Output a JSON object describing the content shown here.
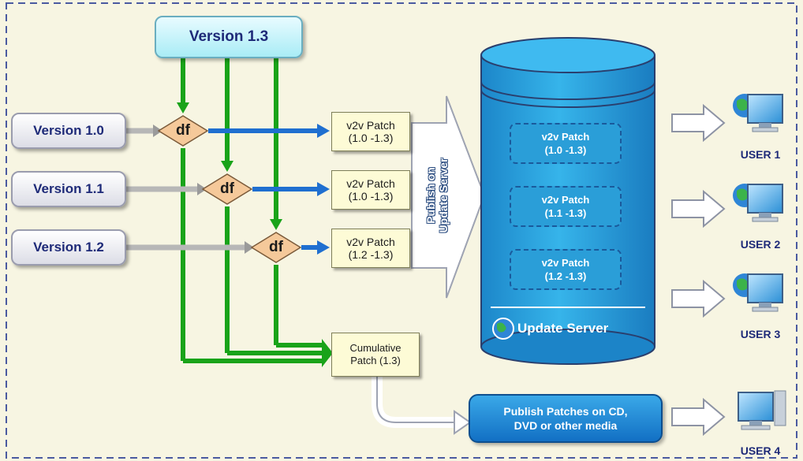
{
  "versions": {
    "target": "Version 1.3",
    "sources": [
      "Version 1.0",
      "Version 1.1",
      "Version 1.2"
    ]
  },
  "diff_label": "df",
  "patches": [
    {
      "title": "v2v Patch",
      "range": "(1.0 -1.3)"
    },
    {
      "title": "v2v Patch",
      "range": "(1.0 -1.3)"
    },
    {
      "title": "v2v Patch",
      "range": "(1.2 -1.3)"
    }
  ],
  "cumulative": {
    "line1": "Cumulative",
    "line2": "Patch (1.3)"
  },
  "publish": {
    "line1": "Publish on",
    "line2": "Update Server"
  },
  "server": {
    "label": "Update Server",
    "stored_patches": [
      {
        "title": "v2v Patch",
        "range": "(1.0 -1.3)"
      },
      {
        "title": "v2v Patch",
        "range": "(1.1 -1.3)"
      },
      {
        "title": "v2v Patch",
        "range": "(1.2 -1.3)"
      }
    ]
  },
  "media": {
    "line1": "Publish Patches on CD,",
    "line2": "DVD or other media"
  },
  "users": [
    "USER 1",
    "USER 2",
    "USER 3",
    "USER 4"
  ],
  "colors": {
    "flow_green": "#19a319",
    "flow_blue": "#1f6fd0",
    "cylinder": "#2aa7e0",
    "diff_diamond": "#f5c99a",
    "border": "#4a5aa0"
  }
}
